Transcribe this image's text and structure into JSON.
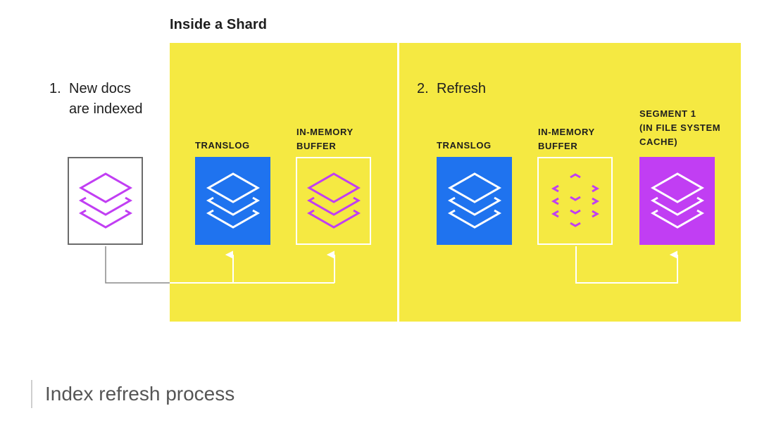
{
  "shard_title": "Inside a Shard",
  "step1": {
    "number": "1.",
    "lines": [
      "New docs",
      "are indexed"
    ]
  },
  "step2": {
    "number": "2.",
    "text": "Refresh"
  },
  "panel1": {
    "translog_label": "TRANSLOG",
    "buffer_label": [
      "IN-MEMORY",
      "BUFFER"
    ]
  },
  "panel2": {
    "translog_label": "TRANSLOG",
    "buffer_label": [
      "IN-MEMORY",
      "BUFFER"
    ],
    "segment_label": [
      "SEGMENT 1",
      "(IN FILE SYSTEM",
      "CACHE)"
    ]
  },
  "caption": "Index refresh process",
  "colors": {
    "panel": "#f5e942",
    "translog": "#1f73ef",
    "segment": "#c13ef3",
    "doc_icon": "#c13ef3"
  },
  "icons": [
    "stacked-layers-icon",
    "scattered-chevrons-icon"
  ]
}
